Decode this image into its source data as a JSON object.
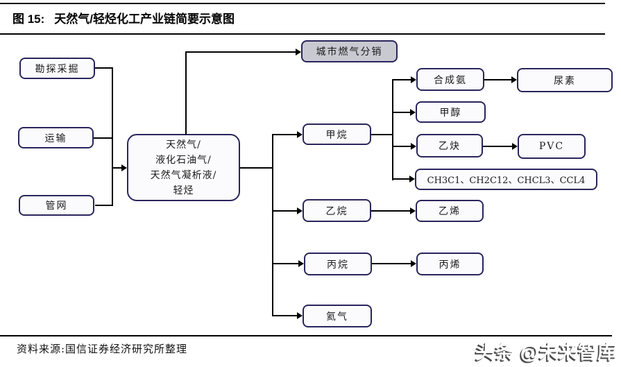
{
  "title": {
    "figure_label": "图 15:",
    "text": "天然气/轻烃化工产业链简要示意图"
  },
  "colors": {
    "box_border": "#29255c",
    "box_fill": "#fbfbfd",
    "shaded_fill": "#c9c9d1",
    "line": "#000000",
    "watermark_shadow": "#4a4a4a"
  },
  "diagram": {
    "upstream": [
      {
        "label": "勘探采掘"
      },
      {
        "label": "运输"
      },
      {
        "label": "管网"
      }
    ],
    "feedstock": {
      "lines": [
        "天然气/",
        "液化石油气/",
        "天然气凝析液/",
        "轻烃"
      ]
    },
    "distribution": {
      "label": "城市燃气分销"
    },
    "components": [
      {
        "label": "甲烷"
      },
      {
        "label": "乙烷"
      },
      {
        "label": "丙烷"
      },
      {
        "label": "氦气"
      }
    ],
    "methane_products": [
      {
        "label": "合成氨"
      },
      {
        "label": "甲醇"
      },
      {
        "label": "乙炔"
      },
      {
        "label": "CH3C1、CH2C12、CHCL3、CCL4"
      }
    ],
    "derivatives": [
      {
        "label": "尿素"
      },
      {
        "label": "PVC"
      },
      {
        "label": "乙烯"
      },
      {
        "label": "丙烯"
      }
    ]
  },
  "footer": {
    "source": "资料来源:国信证券经济研究所整理"
  },
  "watermark": {
    "text": "头条 @未来智库"
  }
}
